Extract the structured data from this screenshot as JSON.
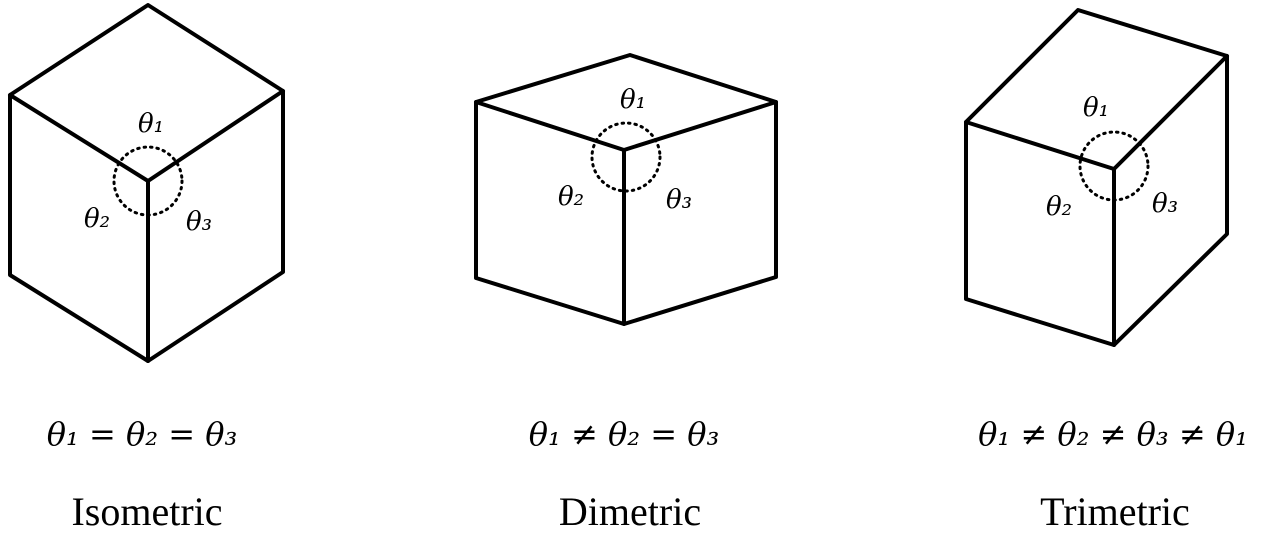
{
  "panels": [
    {
      "caption": "Isometric",
      "equation": "θ₁ = θ₂ = θ₃",
      "angle_labels": [
        "θ₁",
        "θ₂",
        "θ₃"
      ]
    },
    {
      "caption": "Dimetric",
      "equation": "θ₁ ≠ θ₂ = θ₃",
      "angle_labels": [
        "θ₁",
        "θ₂",
        "θ₃"
      ]
    },
    {
      "caption": "Trimetric",
      "equation": "θ₁ ≠ θ₂ ≠ θ₃ ≠ θ₁",
      "angle_labels": [
        "θ₁",
        "θ₂",
        "θ₃"
      ]
    }
  ],
  "colors": {
    "line": "#000000",
    "background": "#ffffff"
  }
}
